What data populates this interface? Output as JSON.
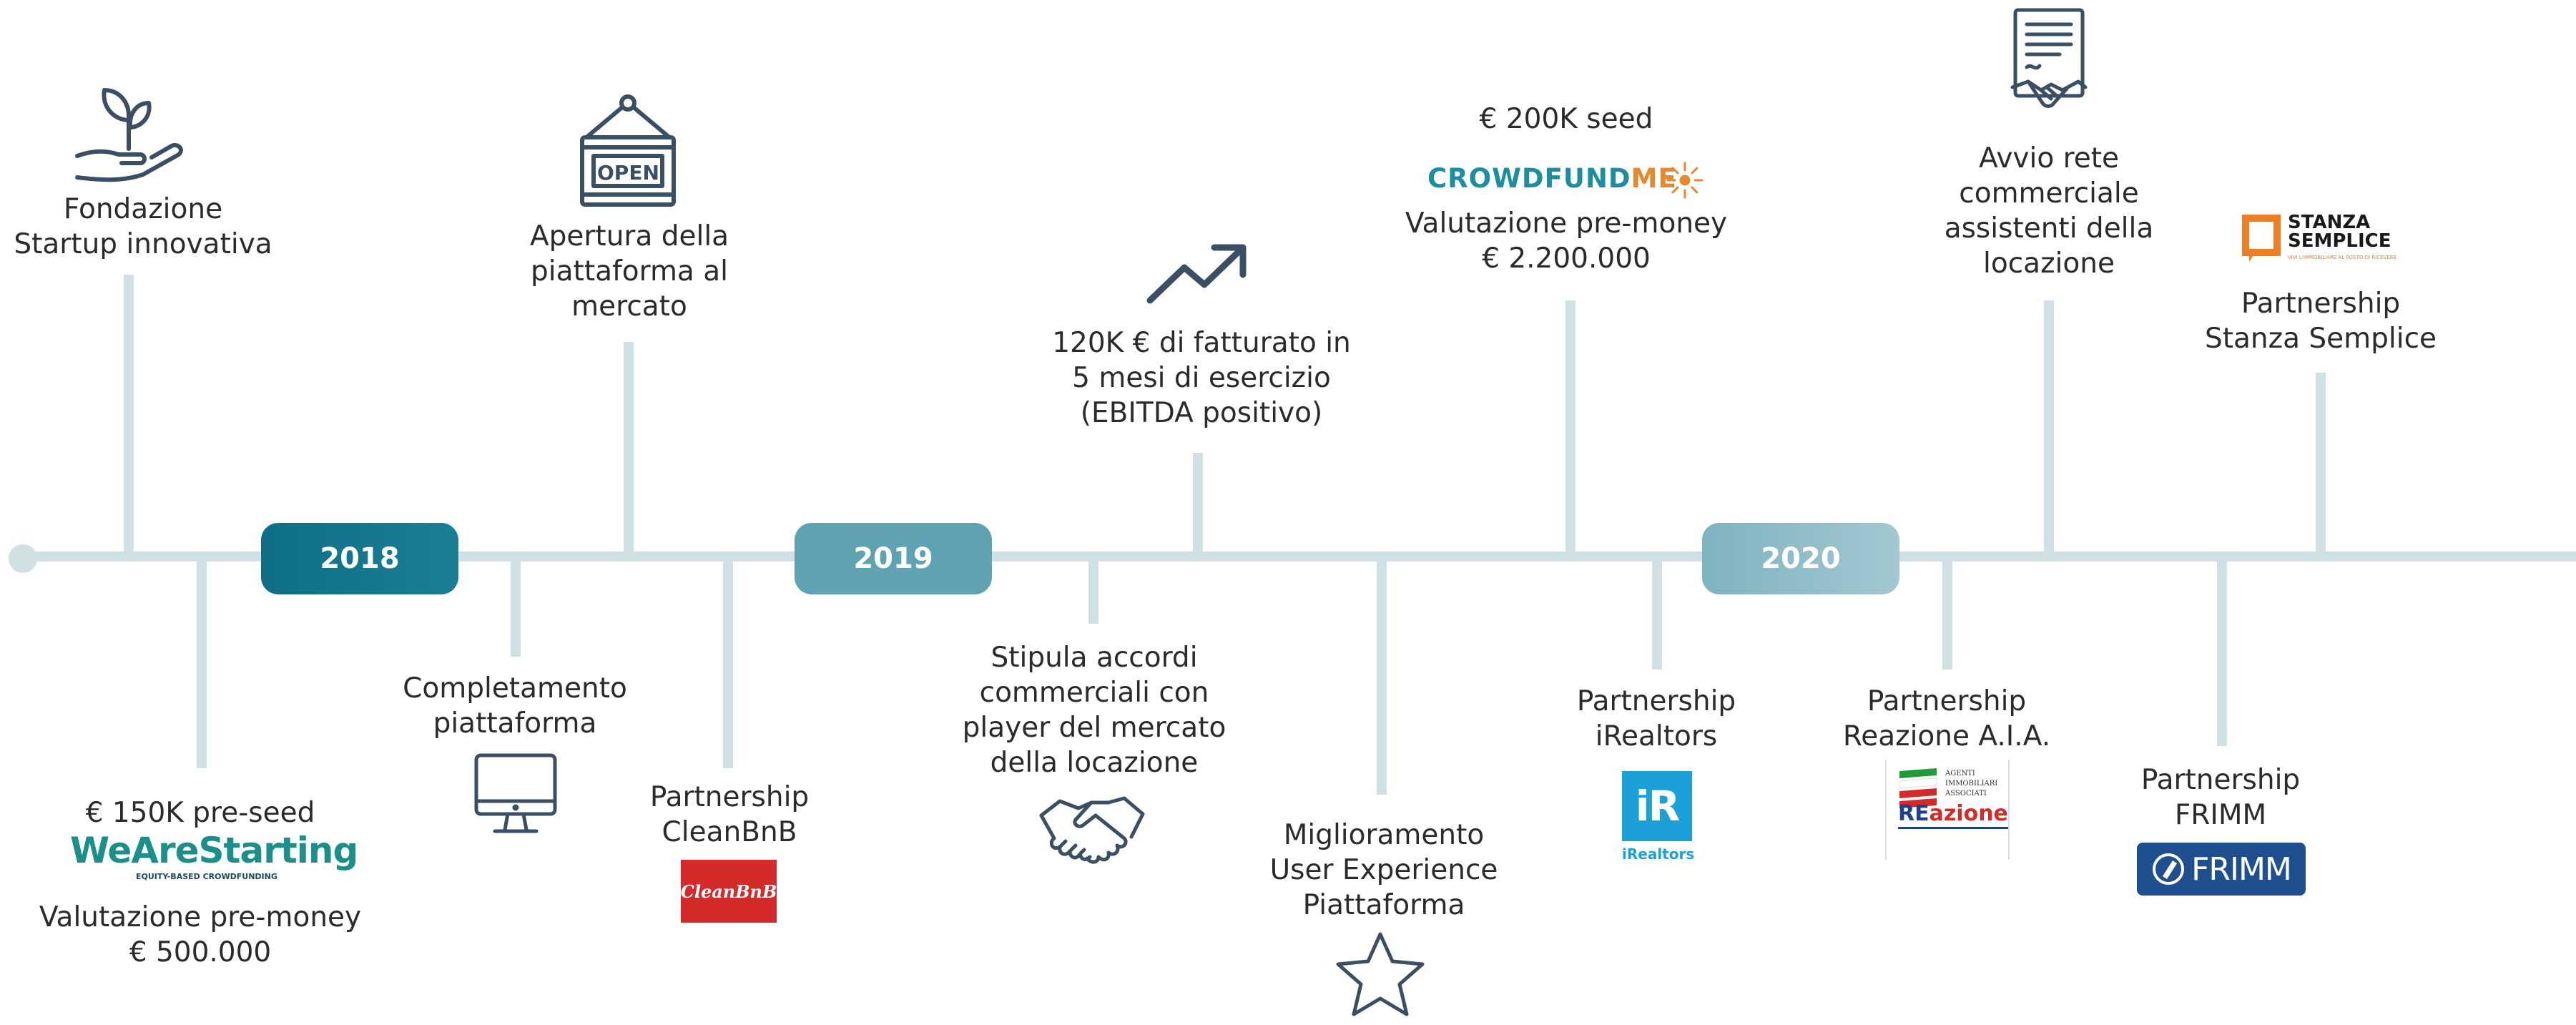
{
  "years": [
    "2018",
    "2019",
    "2020"
  ],
  "milestones": {
    "fondazione": "Fondazione\nStartup innovativa",
    "pre_seed": "€ 150K pre-seed",
    "pre_seed_val": "Valutazione pre-money\n€ 500.000",
    "completamento": "Completamento\npiattaforma",
    "apertura": "Apertura della\npiattaforma al\nmercato",
    "cleanbnb": "Partnership\nCleanBnB",
    "stipula": "Stipula accordi\ncommerciali con\nplayer del mercato\ndella locazione",
    "fatturato": "120K € di fatturato in\n5 mesi di esercizio\n(EBITDA positivo)",
    "miglioramento": "Miglioramento\nUser Experience\nPiattaforma",
    "seed": "€ 200K seed",
    "seed_val": "Valutazione pre-money\n€ 2.200.000",
    "irealtors": "Partnership\niRealtors",
    "reazione": "Partnership\nReazione A.I.A.",
    "avvio": "Avvio rete\ncommerciale\nassistenti della\nlocazione",
    "frimm": "Partnership\nFRIMM",
    "stanza": "Partnership\nStanza Semplice"
  },
  "logos": {
    "wearestarting": "WeAreStarting",
    "wearestarting_sub": "EQUITY-BASED CROWDFUNDING",
    "cleanbnb": "CleanBnB",
    "crowdfund": "CROWDFUND",
    "me": "ME",
    "irealtors_mark": "iR",
    "irealtors": "iRealtors",
    "reazione_lines": [
      "AGENTI",
      "IMMOBILIARI",
      "ASSOCIATI"
    ],
    "reazione_re": "RE",
    "reazione_rest": "azione",
    "frimm": "FRIMM",
    "stanza_1": "STANZA",
    "stanza_2": "SEMPLICE",
    "stanza_sub": "VIVI L'IMMOBILIARE AL POSTO DI RICEVERE",
    "open_sign": "OPEN"
  },
  "colors": {
    "axis": "#cfe1e4",
    "year_2018": "#0f6e86",
    "year_2019": "#5fa2b1",
    "year_2020": "#86b7c3",
    "icon": "#3a4f63",
    "cleanbnb_red": "#d42a2a",
    "irealtors_blue": "#1ba0d8",
    "frimm_blue": "#1f4f8f",
    "crowdfund_teal": "#1d8ea0",
    "crowdfund_orange": "#e38a2f"
  }
}
